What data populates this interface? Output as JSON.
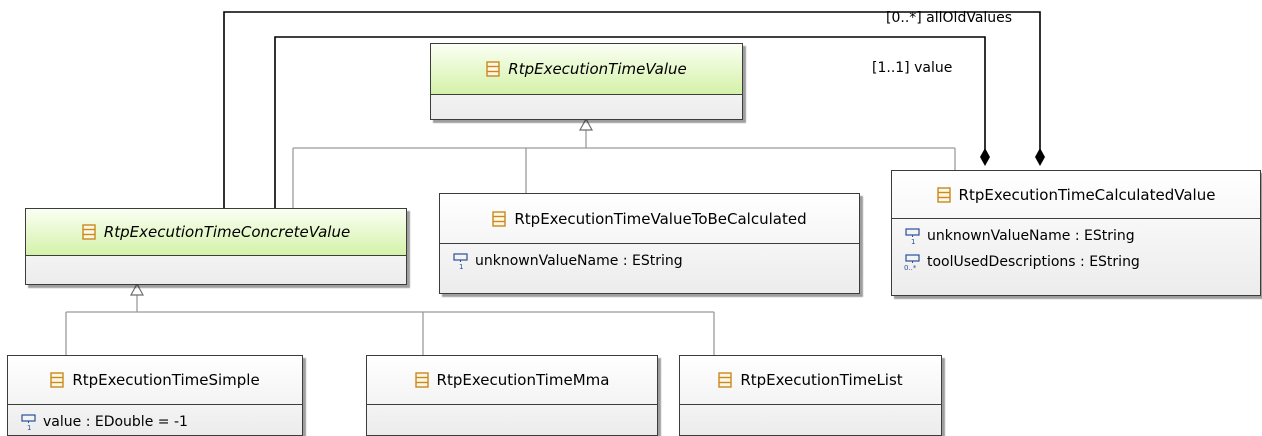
{
  "colors": {
    "line": "#9a9a9a",
    "box_border": "#3c3c3c",
    "abstract_header": "#d4f2a8",
    "class_icon": "#c88a1c",
    "attr_icon": "#2a4f9b"
  },
  "classes": {
    "exec_time_value": {
      "name": "RtpExecutionTimeValue",
      "icon": "class-icon"
    },
    "concrete_value": {
      "name": "RtpExecutionTimeConcreteValue",
      "icon": "class-icon"
    },
    "to_be_calculated": {
      "name": "RtpExecutionTimeValueToBeCalculated",
      "icon": "class-icon",
      "attributes": [
        {
          "text": "unknownValueName : EString",
          "icon": "single-attribute-icon"
        }
      ]
    },
    "calculated_value": {
      "name": "RtpExecutionTimeCalculatedValue",
      "icon": "class-icon",
      "attributes": [
        {
          "text": "unknownValueName : EString",
          "icon": "single-attribute-icon"
        },
        {
          "text": "toolUsedDescriptions : EString",
          "icon": "multi-attribute-icon"
        }
      ]
    },
    "simple": {
      "name": "RtpExecutionTimeSimple",
      "icon": "class-icon",
      "attributes": [
        {
          "text": "value : EDouble = -1",
          "icon": "single-attribute-icon"
        }
      ]
    },
    "mma": {
      "name": "RtpExecutionTimeMma",
      "icon": "class-icon"
    },
    "list": {
      "name": "RtpExecutionTimeList",
      "icon": "class-icon"
    }
  },
  "references": {
    "all_old_values": "[0..*] allOldValues",
    "value": "[1..1] value"
  }
}
